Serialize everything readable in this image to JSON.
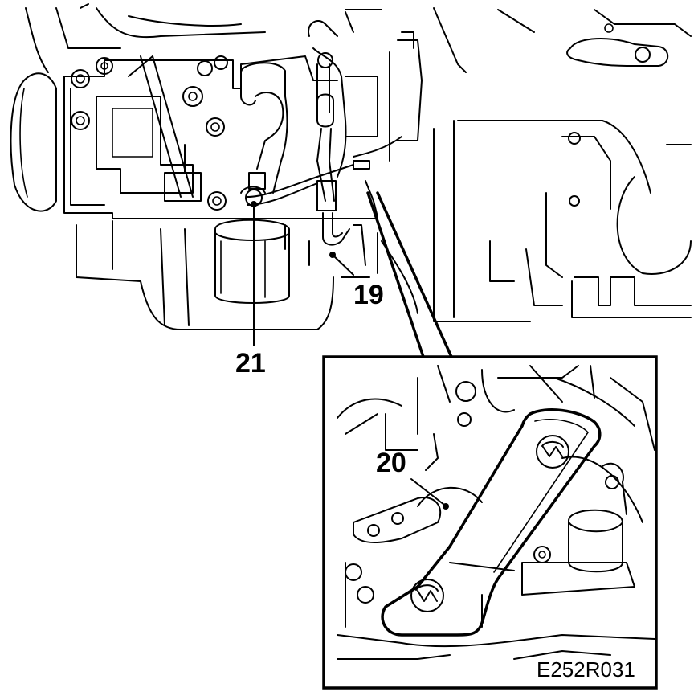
{
  "callouts": {
    "c19": "19",
    "c20": "20",
    "c21": "21"
  },
  "figure_code": "E252R031"
}
